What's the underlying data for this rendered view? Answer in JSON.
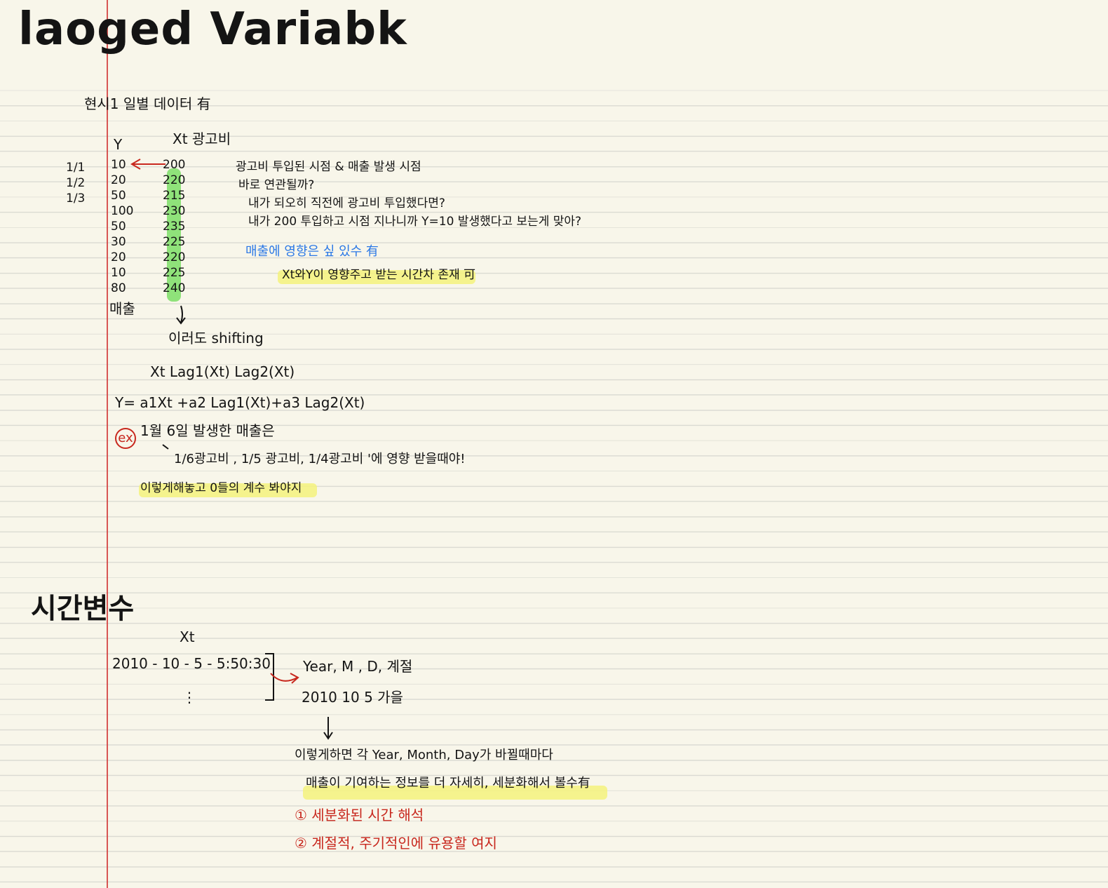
{
  "title": "laoged Variabk",
  "section1": {
    "heading": "현시1 일별 데이터 有",
    "col_y_header": "Y",
    "col_x_header": "Xt 광고비",
    "dates": [
      "1/1",
      "1/2",
      "1/3"
    ],
    "y_values": [
      "10",
      "20",
      "50",
      "100",
      "50",
      "30",
      "20",
      "10",
      "80"
    ],
    "x_values": [
      "200",
      "220",
      "215",
      "230",
      "235",
      "225",
      "220",
      "225",
      "240"
    ],
    "y_footer": "매출",
    "note_lines": [
      "광고비 투입된 시점 & 매출 발생 시점",
      "바로 연관될까?",
      "내가 되오히 직전에 광고비 투입했다면?",
      "내가 200 투입하고 시점 지나니까 Y=10 발생했다고 보는게 맞아?"
    ],
    "blue_note": "매출에 영향은 싶 있수 有",
    "yellow_note": "Xt와Y이 영향주고 받는 시간차 존재 可",
    "shifting": "이러도 shifting",
    "lag_header": "Xt   Lag1(Xt)   Lag2(Xt)",
    "equation": "Y= a1Xt +a2 Lag1(Xt)+a3 Lag2(Xt)",
    "ex_label": "ex",
    "ex_line1": "1월 6일 발생한 매출은",
    "ex_line2": "1/6광고비 , 1/5 광고비, 1/4광고비 '에 영향 받을때야!",
    "ex_line3": "이렇게해놓고 0들의 계수 봐야지"
  },
  "section2": {
    "heading": "시간변수",
    "xt_label": "Xt",
    "timestamp": "2010 - 10 - 5 - 5:50:30",
    "dots": "⋮",
    "fields_line1": "Year,  M , D,  계절",
    "fields_line2": "2010   10   5    가을",
    "note1": "이렇게하면 각 Year, Month, Day가 바뀔때마다",
    "note2": "매출이 기여하는 정보를 더 자세히, 세분화해서 볼수有",
    "red1": "① 세분화된 시간 해석",
    "red2": "② 계절적, 주기적인에 유용할 여지"
  }
}
